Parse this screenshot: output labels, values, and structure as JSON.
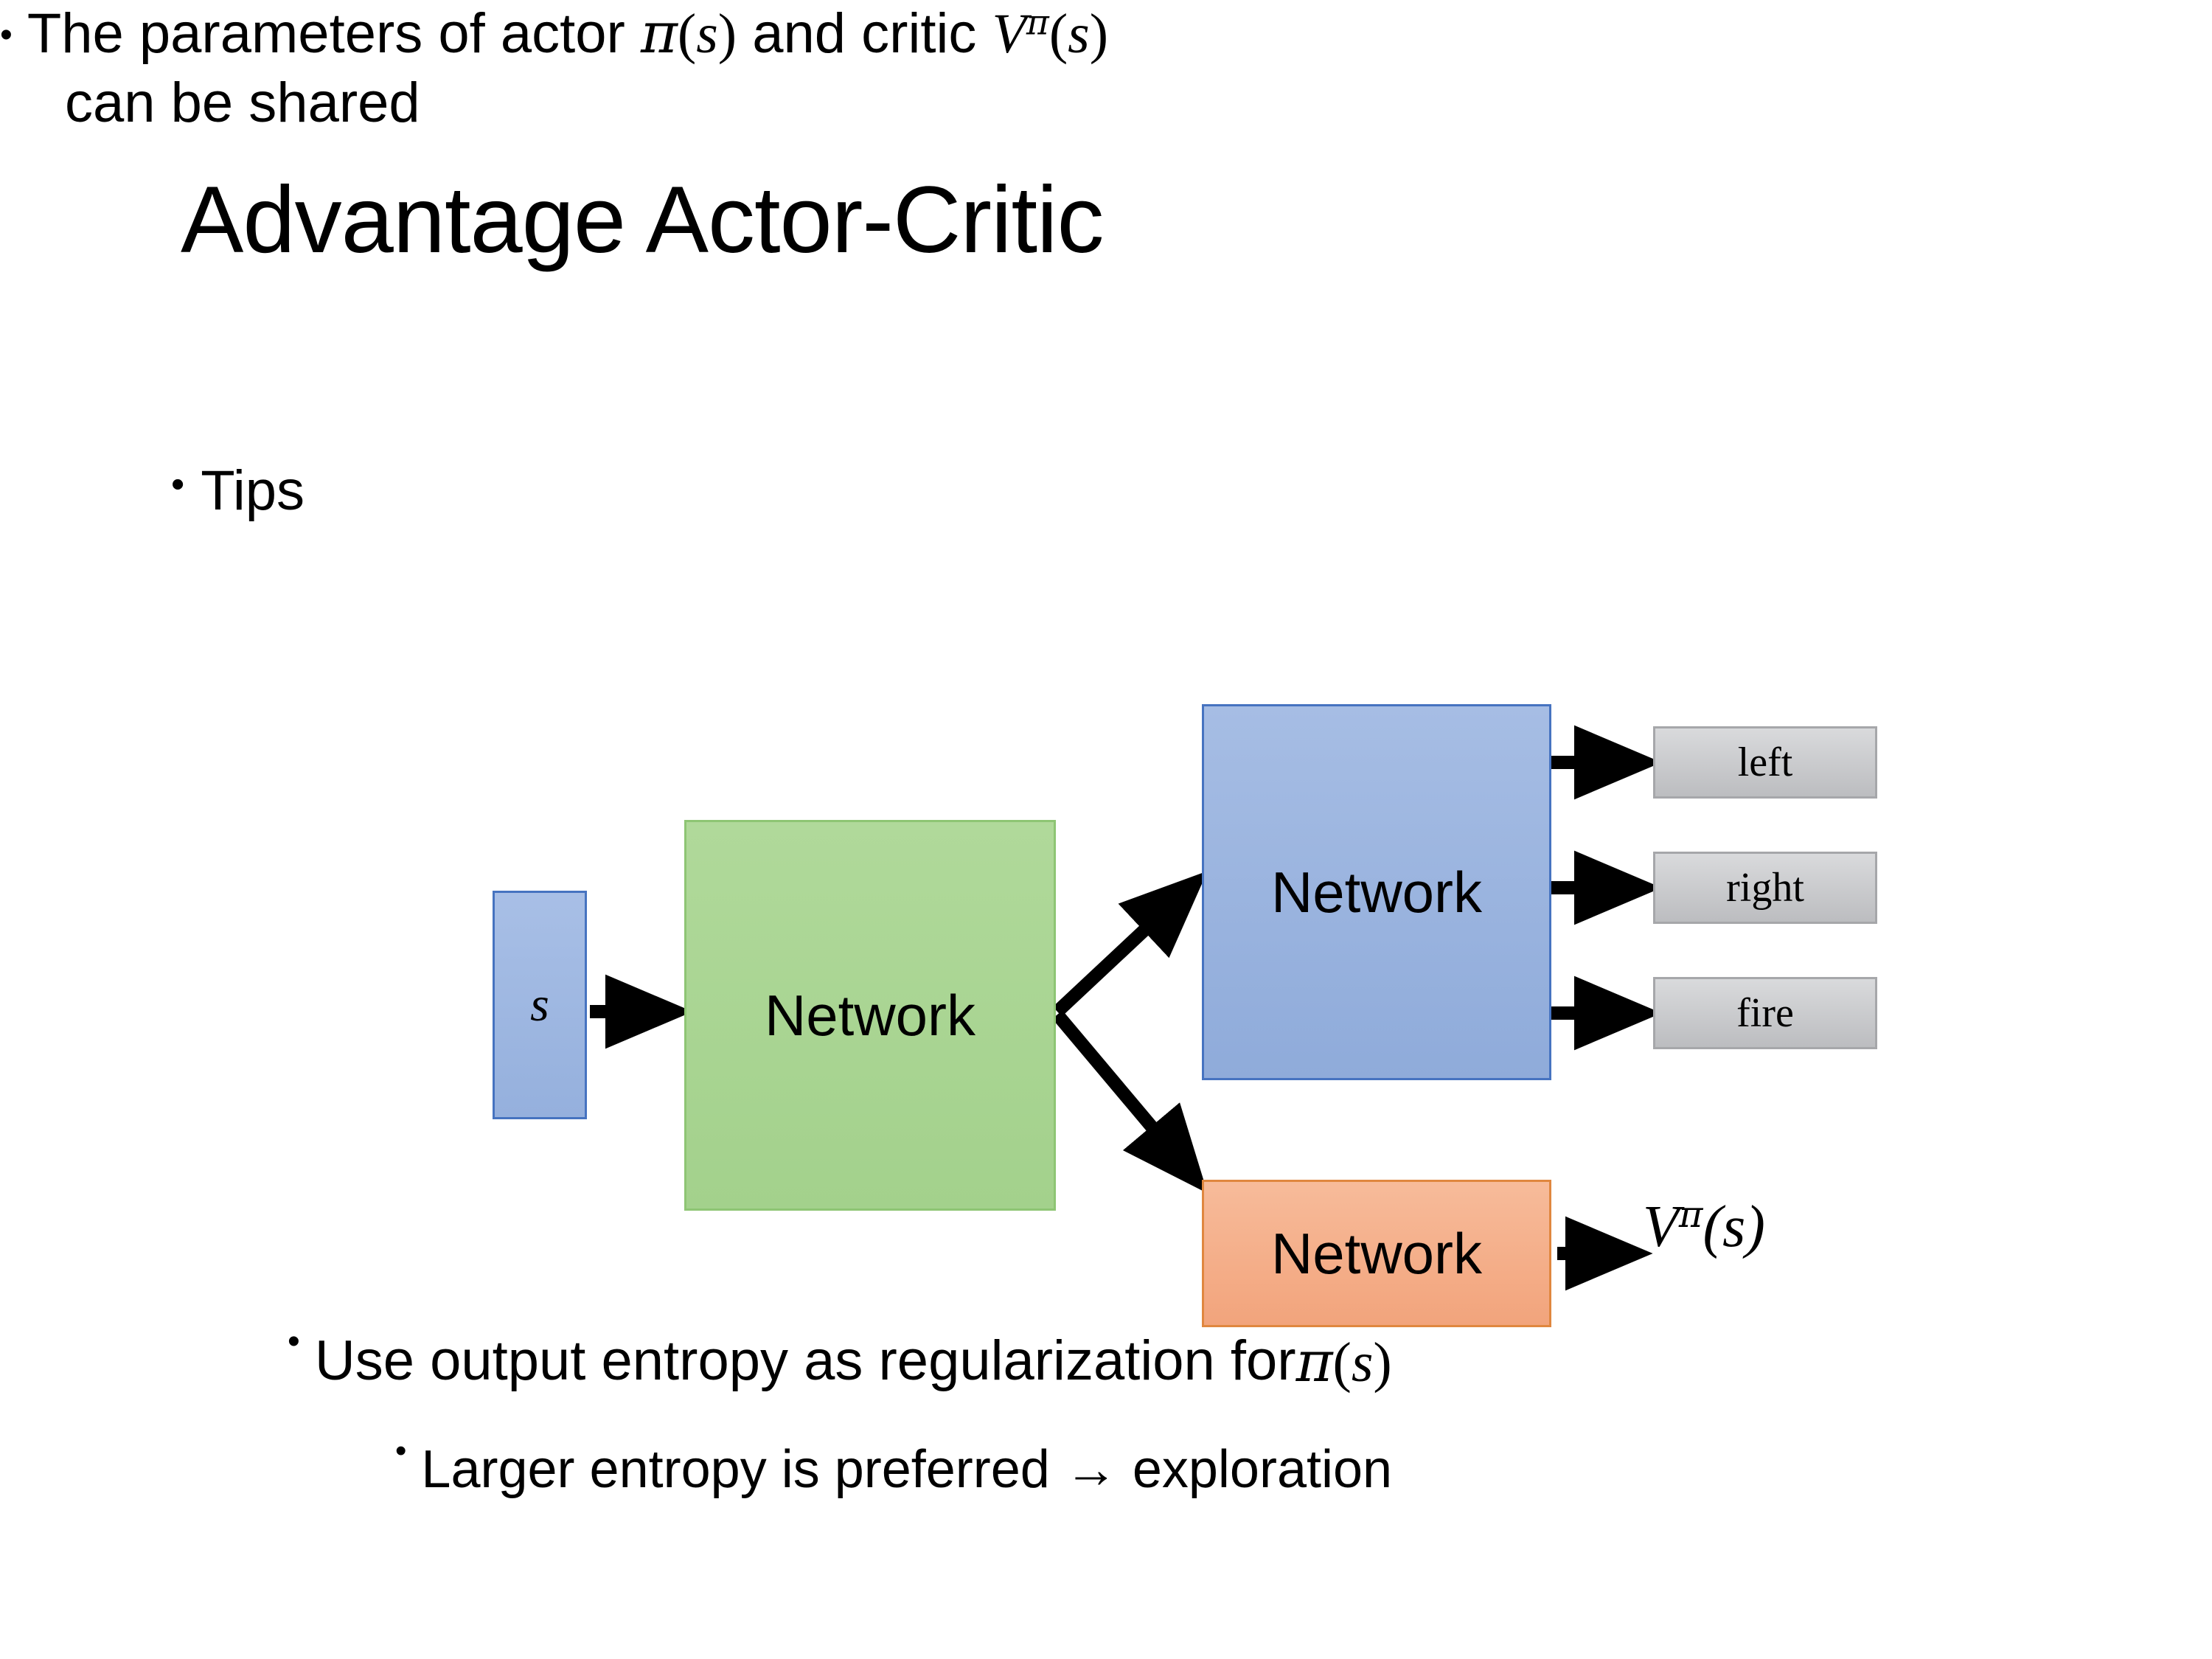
{
  "slide": {
    "title": "Advantage Actor-Critic",
    "bullets": {
      "tips": {
        "marker": "•",
        "text": "Tips"
      },
      "params": {
        "marker": "•",
        "line1_pre": "The parameters of actor ",
        "line1_math_actor": "π(s)",
        "line1_mid": "  and critic ",
        "line1_math_critic": "Vπ(s)",
        "line2": "can be shared"
      },
      "entropy": {
        "marker": "•",
        "pre": "Use output entropy as regularization for ",
        "math": "π(s)"
      },
      "larger": {
        "marker": "•",
        "text": "Larger entropy is preferred → exploration"
      }
    }
  },
  "diagram": {
    "state_box": {
      "label": "s",
      "fill": "#95b0dd",
      "border": "#4673c0"
    },
    "shared_network": {
      "label": "Network",
      "fill": "#a3d18c",
      "border": "#8ec574"
    },
    "actor_network": {
      "label": "Network",
      "fill": "#8fabda",
      "border": "#4673c0"
    },
    "critic_network": {
      "label": "Network",
      "fill": "#f2a47c",
      "border": "#e0873f"
    },
    "action_outputs": [
      {
        "label": "left"
      },
      {
        "label": "right"
      },
      {
        "label": "fire"
      }
    ],
    "critic_output": {
      "base": "V",
      "exponent": "π",
      "arg": "(s)"
    },
    "output_box_fill": "#bcbdc0",
    "output_box_border": "#a6a7aa",
    "arrow_color": "#000000"
  }
}
